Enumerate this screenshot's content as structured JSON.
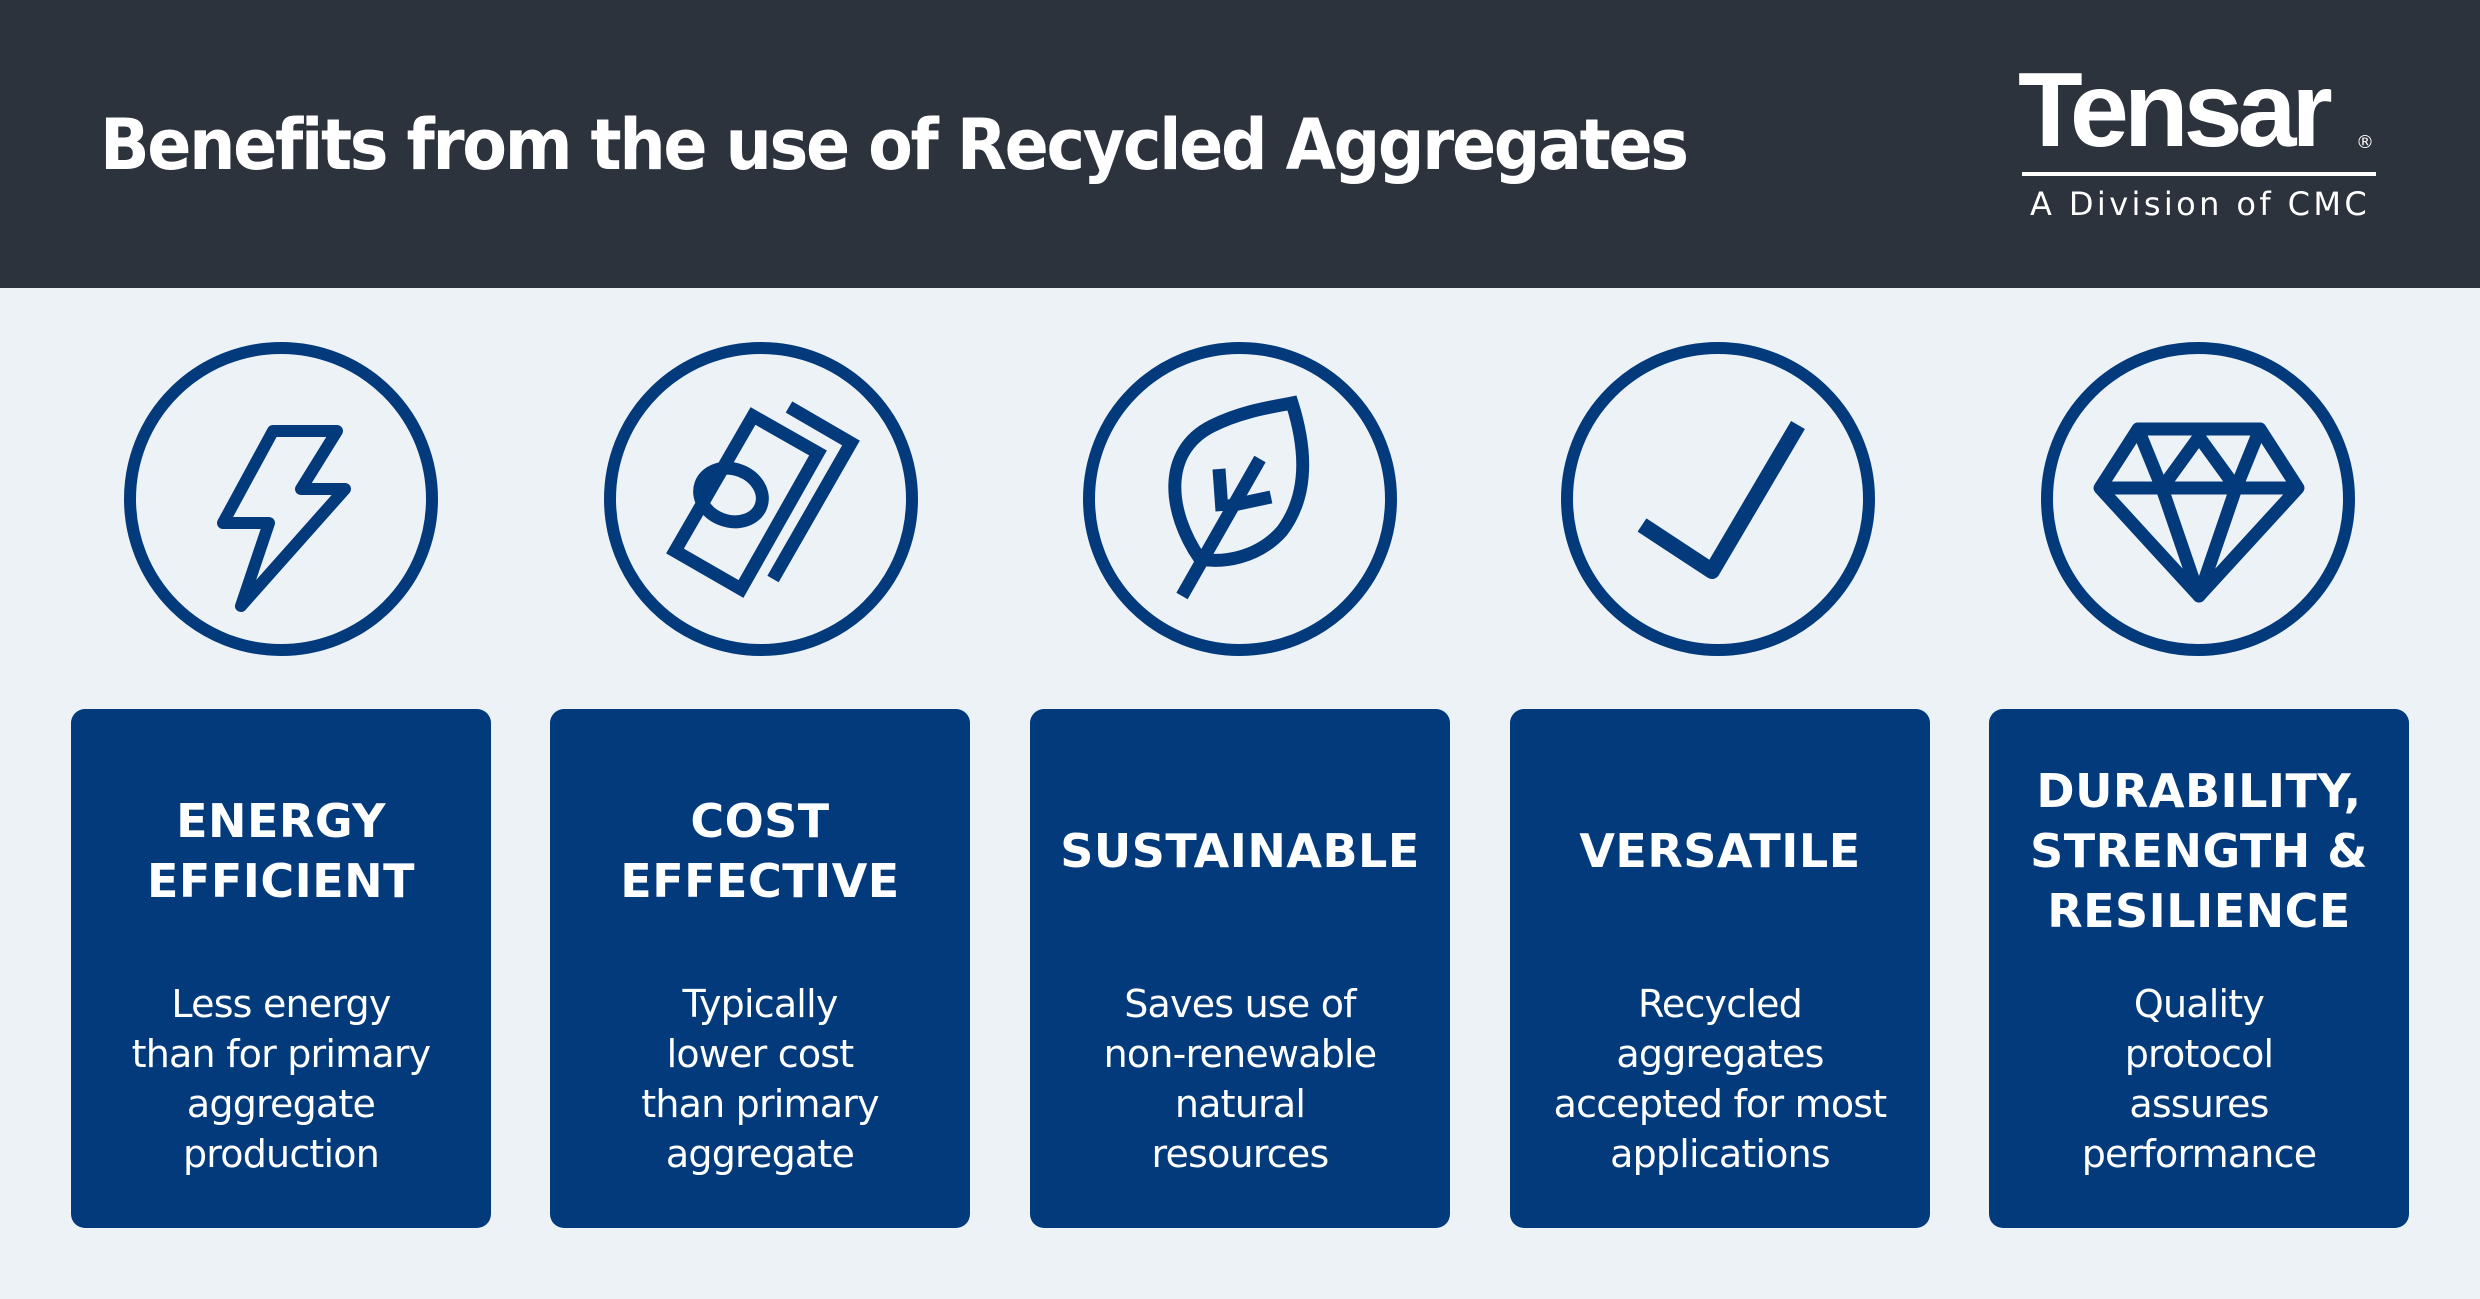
{
  "header": {
    "title": "Benefits from the use of Recycled Aggregates",
    "background_color": "#2d333c"
  },
  "logo": {
    "wordmark": "Tensar",
    "registered_mark": "®",
    "tagline": "A Division of CMC"
  },
  "colors": {
    "page_background": "#edf2f7",
    "accent_blue": "#023a7c",
    "text_on_dark": "#ffffff"
  },
  "benefits": [
    {
      "icon": "lightning-bolt-icon",
      "heading_lines": [
        "ENERGY",
        "EFFICIENT"
      ],
      "body_lines": [
        "Less energy",
        "than for primary",
        "aggregate",
        "production"
      ]
    },
    {
      "icon": "banknotes-icon",
      "heading_lines": [
        "COST",
        "EFFECTIVE"
      ],
      "body_lines": [
        "Typically",
        "lower cost",
        "than primary",
        "aggregate"
      ]
    },
    {
      "icon": "leaf-icon",
      "heading_lines": [
        "SUSTAINABLE"
      ],
      "body_lines": [
        "Saves use of",
        "non-renewable",
        "natural",
        "resources"
      ]
    },
    {
      "icon": "checkmark-icon",
      "heading_lines": [
        "VERSATILE"
      ],
      "body_lines": [
        "Recycled",
        "aggregates",
        "accepted for most",
        "applications"
      ]
    },
    {
      "icon": "diamond-icon",
      "heading_lines": [
        "DURABILITY,",
        "STRENGTH &",
        "RESILIENCE"
      ],
      "body_lines": [
        "Quality",
        "protocol",
        "assures",
        "performance"
      ]
    }
  ]
}
